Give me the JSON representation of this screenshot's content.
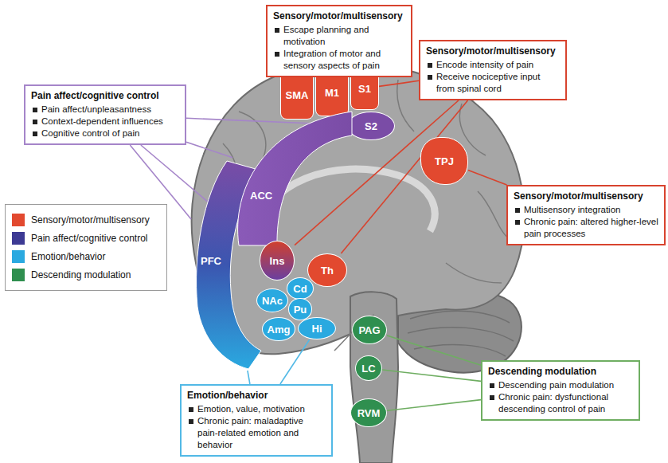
{
  "diagram": {
    "nodes": [
      {
        "text": [
          "Sensory/motor/multisensory",
          "Escape planning and motivation",
          "Integration of motor and sensory aspects of pain"
        ]
      },
      {
        "text": [
          "Sensory/motor/multisensory",
          "Encode intensity of pain",
          "Receive nociceptive input from spinal cord"
        ]
      },
      {
        "text": [
          "Pain affect/cognitive control",
          "Pain affect/unpleasantness",
          "Context-dependent influences",
          "Cognitive control of pain"
        ]
      },
      {
        "text": [
          "SMA"
        ]
      },
      {
        "text": [
          "M1"
        ]
      },
      {
        "text": [
          "S1"
        ]
      },
      {
        "text": [
          "S2"
        ]
      },
      {
        "text": [
          "TPJ"
        ]
      },
      {
        "text": [
          "Sensory/motor/multisensory",
          "Multisensory integration",
          "Chronic pain: altered higher-level pain processes"
        ]
      },
      {
        "text": [
          "PFC"
        ]
      },
      {
        "text": [
          "ACC"
        ]
      },
      {
        "text": [
          "Ins"
        ]
      },
      {
        "text": [
          "Th"
        ]
      },
      {
        "text": [
          "Cd"
        ]
      },
      {
        "text": [
          "NAc"
        ]
      },
      {
        "text": [
          "Pu"
        ]
      },
      {
        "text": [
          "Amg"
        ]
      },
      {
        "text": [
          "Hi"
        ]
      },
      {
        "text": [
          "PAG"
        ]
      },
      {
        "text": [
          "LC"
        ]
      },
      {
        "text": [
          "RVM"
        ]
      },
      {
        "text": [
          "Emotion/behavior",
          "Emotion, value, motivation",
          "Chronic pain: maladaptive pain-related emotion and behavior"
        ]
      },
      {
        "text": [
          "Descending modulation",
          "Descending pain modulation",
          "Chronic pain: dysfunctional descending control of pain"
        ]
      }
    ],
    "edges": [
      {
        "from": 0,
        "to": 3,
        "arrow": "none"
      },
      {
        "from": 0,
        "to": 4,
        "arrow": "none"
      },
      {
        "from": 1,
        "to": 5,
        "arrow": "none"
      },
      {
        "from": 1,
        "to": 11,
        "arrow": "none"
      },
      {
        "from": 1,
        "to": 12,
        "arrow": "none"
      },
      {
        "from": 8,
        "to": 7,
        "arrow": "none"
      },
      {
        "from": 2,
        "to": 9,
        "arrow": "none"
      },
      {
        "from": 2,
        "to": 10,
        "arrow": "none"
      },
      {
        "from": 2,
        "to": 11,
        "arrow": "none"
      },
      {
        "from": 2,
        "to": 6,
        "arrow": "none"
      },
      {
        "from": 21,
        "to": 9,
        "arrow": "none"
      },
      {
        "from": 21,
        "to": 17,
        "arrow": "none"
      },
      {
        "from": 22,
        "to": 18,
        "arrow": "none"
      },
      {
        "from": 22,
        "to": 19,
        "arrow": "none"
      },
      {
        "from": 22,
        "to": 20,
        "arrow": "none"
      }
    ],
    "legend": [
      {
        "text": "Sensory/motor/multisensory",
        "color": "#e2492f"
      },
      {
        "text": "Pain affect/cognitive control",
        "color": "#3d3a94"
      },
      {
        "text": "Emotion/behavior",
        "color": "#2aa9e0"
      },
      {
        "text": "Descending modulation",
        "color": "#2f8f4f"
      }
    ]
  }
}
